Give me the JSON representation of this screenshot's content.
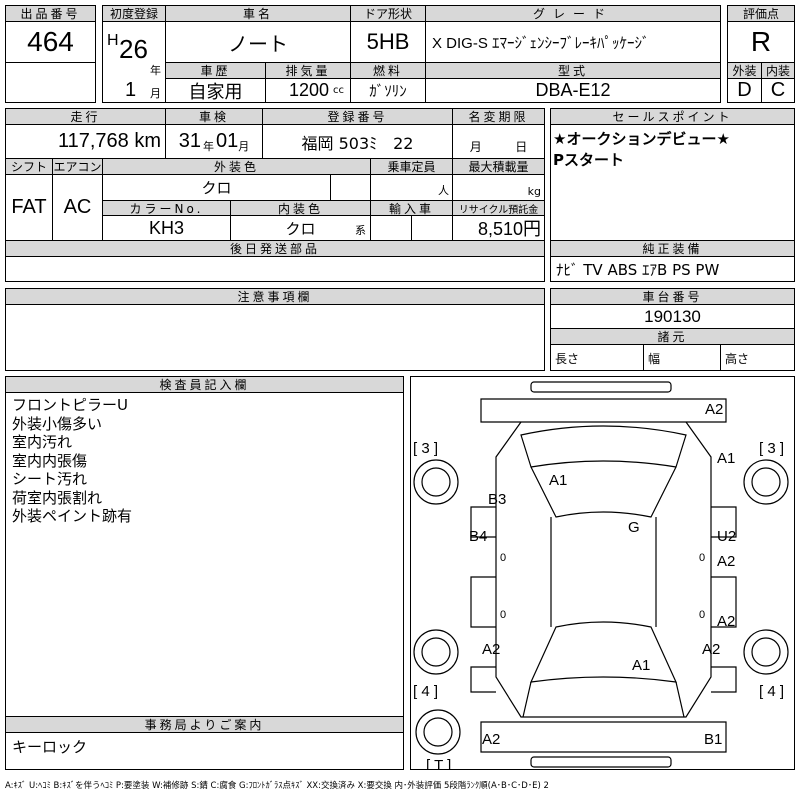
{
  "lot": {
    "label": "出品番号",
    "value": "464"
  },
  "first_reg": {
    "label": "初度登録",
    "era": "H",
    "year": "26",
    "year_unit": "年",
    "month": "1",
    "month_unit": "月"
  },
  "car_name": {
    "label": "車名",
    "value": "ノート"
  },
  "door": {
    "label": "ドア形状",
    "value": "5HB"
  },
  "grade": {
    "label": "グレード",
    "value": "X DIG-S ｴﾏｰｼﾞｪﾝｼｰﾌﾞﾚｰｷﾊﾟｯｹｰｼﾞ"
  },
  "history": {
    "label": "車歴",
    "value": "自家用"
  },
  "displacement": {
    "label": "排気量",
    "value": "1200",
    "unit": "cc"
  },
  "fuel": {
    "label": "燃料",
    "value": "ｶﾞｿﾘﾝ"
  },
  "model": {
    "label": "型式",
    "value": "DBA-E12"
  },
  "score": {
    "label": "評価点",
    "value": "R",
    "ext_label": "外装",
    "int_label": "内装",
    "ext": "D",
    "int": "C"
  },
  "mileage": {
    "label": "走行",
    "value": "117,768 km"
  },
  "inspection": {
    "label": "車検",
    "year": "31",
    "year_unit": "年",
    "month": "01",
    "month_unit": "月"
  },
  "plate": {
    "label": "登録番号",
    "value": "福岡 503ﾐ　22"
  },
  "name_change": {
    "label": "名変期限",
    "month_unit": "月",
    "day_unit": "日"
  },
  "shift": {
    "label": "シフト",
    "value": "FAT"
  },
  "aircon": {
    "label": "エアコン",
    "value": "AC"
  },
  "ext_color": {
    "label": "外装色",
    "value": "クロ"
  },
  "capacity": {
    "label": "乗車定員",
    "unit": "人"
  },
  "max_load": {
    "label": "最大積載量",
    "unit": "kg"
  },
  "color_no": {
    "label": "カラーNo.",
    "value": "KH3"
  },
  "int_color": {
    "label": "内装色",
    "value": "クロ",
    "suffix": "系"
  },
  "import": {
    "label": "輸入車"
  },
  "recycle": {
    "label": "リサイクル預託金",
    "value": "8,510円"
  },
  "later_parts": {
    "label": "後日発送部品"
  },
  "sales_points": {
    "label": "セールスポイント",
    "lines": [
      "★オークションデビュー★",
      "Pスタート"
    ]
  },
  "equipment": {
    "label": "純正装備",
    "value": "ﾅﾋﾞ TV ABS ｴｱB PS PW"
  },
  "notes": {
    "label": "注意事項欄"
  },
  "chassis": {
    "label": "車台番号",
    "value": "190130"
  },
  "specs": {
    "label": "諸元",
    "length": "長さ",
    "width": "幅",
    "height": "高さ"
  },
  "inspector": {
    "label": "検査員記入欄",
    "lines": [
      "フロントピラーU",
      "外装小傷多い",
      "室内汚れ",
      "室内内張傷",
      "シート汚れ",
      "荷室内張割れ",
      "外装ペイント跡有"
    ]
  },
  "office": {
    "label": "事務局よりご案内",
    "value": "キーロック"
  },
  "diagram": {
    "marks": [
      "A2",
      "[ 3 ]",
      "[ 3 ]",
      "A1",
      "A1",
      "B3",
      "G",
      "B4",
      "U2",
      "A2",
      "A2",
      "A2",
      "A2",
      "A1",
      "[ 4 ]",
      "[ 4 ]",
      "A2",
      "B1",
      "[ T ]",
      "0",
      "0",
      "0",
      "0"
    ]
  },
  "legend": "A:ｷｽﾞ U:ﾍｺﾐ B:ｷｽﾞを伴うﾍｺﾐ P:要塗装 W:補修跡 S:錆 C:腐食 G:ﾌﾛﾝﾄｶﾞﾗｽ点ｷｽﾞ XX:交換済み X:要交換 内･外装評価 5段階ﾗﾝｸ順(A･B･C･D･E) 2"
}
